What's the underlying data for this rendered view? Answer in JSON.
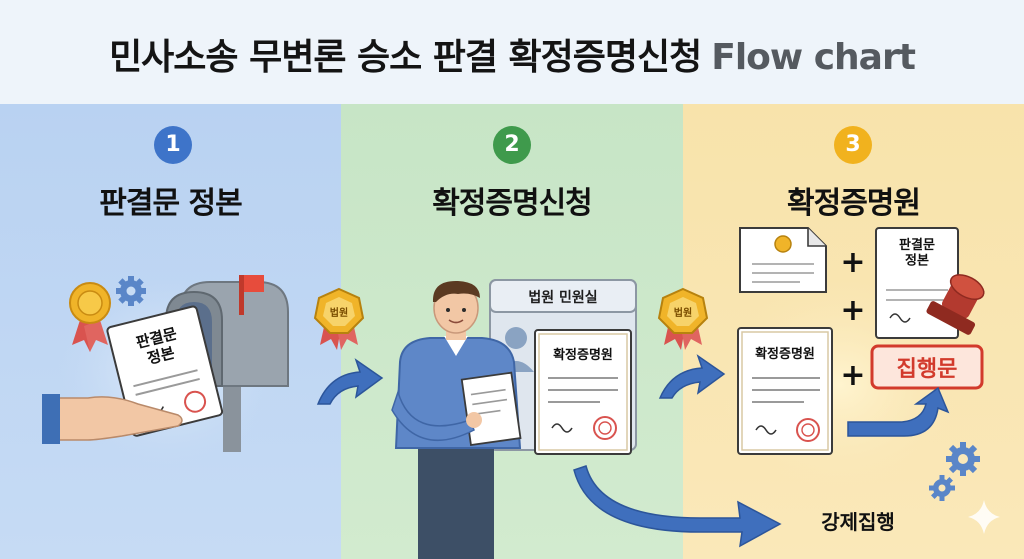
{
  "title": {
    "main": "민사소송 무변론 승소 판결 확정증명신청",
    "sub": "Flow chart"
  },
  "steps": [
    {
      "number": "1",
      "label": "판결문 정본",
      "color": "#3e74c9"
    },
    {
      "number": "2",
      "label": "확정증명신청",
      "color": "#3f9a4c"
    },
    {
      "number": "3",
      "label": "확정증명원",
      "color": "#f1b21e"
    }
  ],
  "illustration": {
    "judgment_doc": "판결문\n정본",
    "seal_text": "법원",
    "office_sign": "법원 민원실",
    "certificate_doc": "확정증명원",
    "certificate_doc_2": "확정증명원",
    "judgment_doc_small": "판결문\n정본",
    "enforcement_clause": "집행문",
    "enforcement_label": "강제집행",
    "plus_sign": "+"
  }
}
